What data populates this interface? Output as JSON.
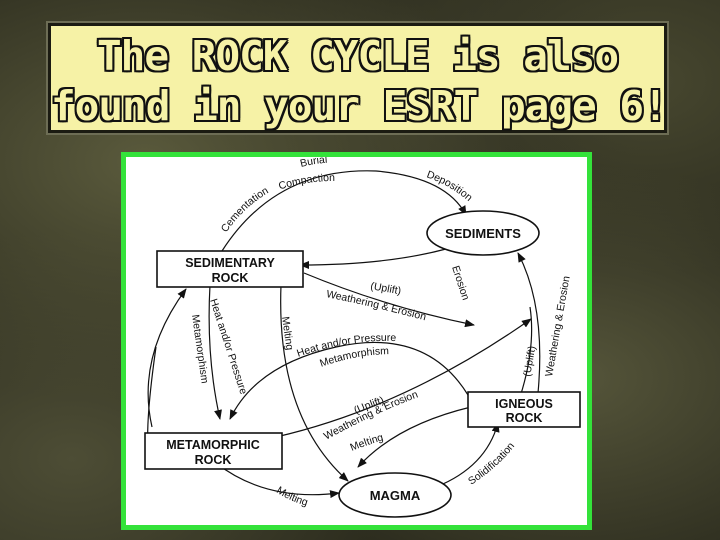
{
  "title": {
    "line1": "The ROCK CYCLE is also",
    "line2": "found in your ESRT page 6!"
  },
  "diagram": {
    "nodes": {
      "sediments": "SEDIMENTS",
      "sedimentary_line1": "SEDIMENTARY",
      "sedimentary_line2": "ROCK",
      "igneous_line1": "IGNEOUS",
      "igneous_line2": "ROCK",
      "metamorphic_line1": "METAMORPHIC",
      "metamorphic_line2": "ROCK",
      "magma": "MAGMA"
    },
    "labels": {
      "burial": "Burial",
      "compaction": "Compaction",
      "cementation": "Cementation",
      "deposition": "Deposition",
      "erosion": "Erosion",
      "uplift_1": "(Uplift)",
      "weathering_erosion_1": "Weathering & Erosion",
      "uplift_2": "(Uplift)",
      "weathering_erosion_2": "Weathering & Erosion",
      "heat_pressure_1": "Heat and/or Pressure",
      "metamorphism_1": "Metamorphism",
      "heat_pressure_2": "Heat and/or Pressure",
      "metamorphism_2": "Metamorphism",
      "melting_1": "Melting",
      "melting_2": "Melting",
      "melting_3": "Melting",
      "uplift_3": "(Uplift)",
      "weathering_erosion_3": "Weathering & Erosion",
      "solidification": "Solidification"
    }
  }
}
